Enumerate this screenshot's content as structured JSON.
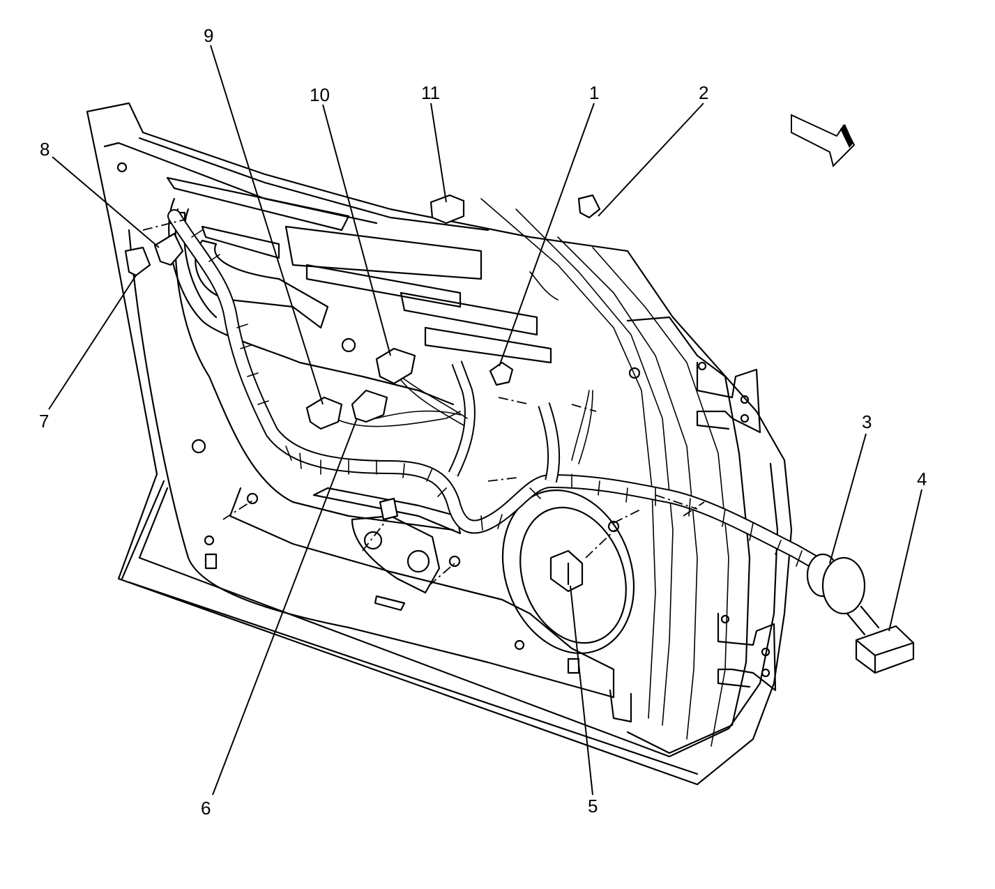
{
  "callouts": [
    {
      "id": "1",
      "text": "1"
    },
    {
      "id": "2",
      "text": "2"
    },
    {
      "id": "3",
      "text": "3"
    },
    {
      "id": "4",
      "text": "4"
    },
    {
      "id": "5",
      "text": "5"
    },
    {
      "id": "6",
      "text": "6"
    },
    {
      "id": "7",
      "text": "7"
    },
    {
      "id": "8",
      "text": "8"
    },
    {
      "id": "9",
      "text": "9"
    },
    {
      "id": "10",
      "text": "10"
    },
    {
      "id": "11",
      "text": "11"
    }
  ],
  "icons": {
    "direction": "forward-direction-arrow-icon"
  }
}
